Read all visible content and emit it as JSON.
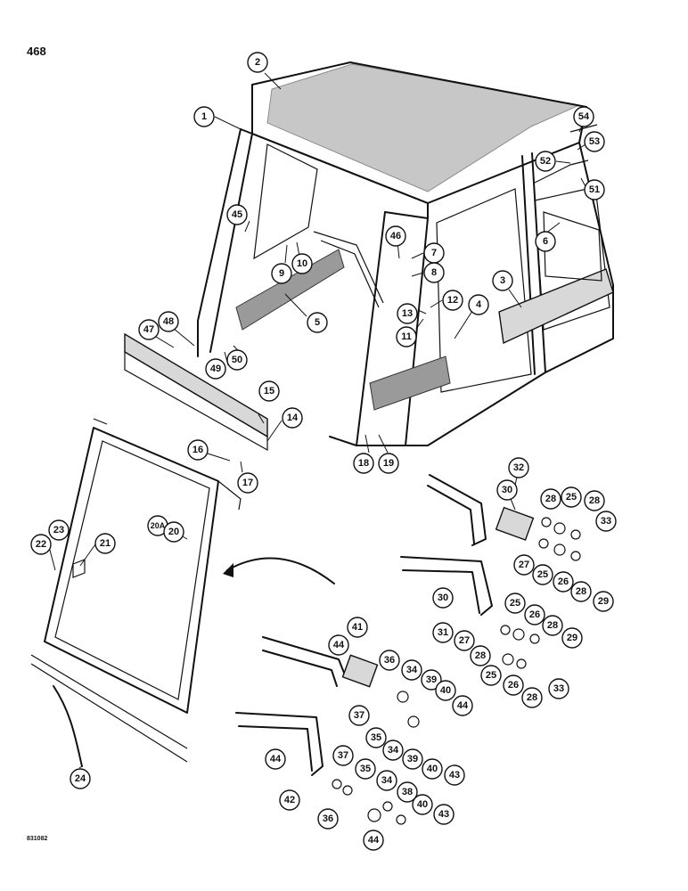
{
  "page_number": "468",
  "reference_code": "831082",
  "callouts": [
    {
      "label": "1"
    },
    {
      "label": "2"
    },
    {
      "label": "3"
    },
    {
      "label": "4"
    },
    {
      "label": "5"
    },
    {
      "label": "6"
    },
    {
      "label": "7"
    },
    {
      "label": "8"
    },
    {
      "label": "9"
    },
    {
      "label": "10"
    },
    {
      "label": "11"
    },
    {
      "label": "12"
    },
    {
      "label": "13"
    },
    {
      "label": "14"
    },
    {
      "label": "15"
    },
    {
      "label": "16"
    },
    {
      "label": "17"
    },
    {
      "label": "18"
    },
    {
      "label": "19"
    },
    {
      "label": "20A"
    },
    {
      "label": "20"
    },
    {
      "label": "21"
    },
    {
      "label": "22"
    },
    {
      "label": "23"
    },
    {
      "label": "24"
    },
    {
      "label": "25"
    },
    {
      "label": "26"
    },
    {
      "label": "27"
    },
    {
      "label": "28"
    },
    {
      "label": "29"
    },
    {
      "label": "30"
    },
    {
      "label": "31"
    },
    {
      "label": "32"
    },
    {
      "label": "33"
    },
    {
      "label": "34"
    },
    {
      "label": "35"
    },
    {
      "label": "36"
    },
    {
      "label": "37"
    },
    {
      "label": "38"
    },
    {
      "label": "39"
    },
    {
      "label": "40"
    },
    {
      "label": "41"
    },
    {
      "label": "42"
    },
    {
      "label": "43"
    },
    {
      "label": "44"
    },
    {
      "label": "45"
    },
    {
      "label": "46"
    },
    {
      "label": "47"
    },
    {
      "label": "48"
    },
    {
      "label": "49"
    },
    {
      "label": "50"
    },
    {
      "label": "51"
    },
    {
      "label": "52"
    },
    {
      "label": "53"
    },
    {
      "label": "54"
    }
  ]
}
